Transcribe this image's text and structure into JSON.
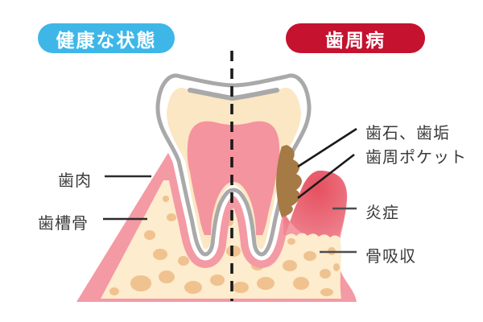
{
  "badges": {
    "healthy": {
      "label": "健康な状態",
      "bg": "#3eb7e8",
      "text_color": "#ffffff"
    },
    "disease": {
      "label": "歯周病",
      "bg": "#c4122f",
      "text_color": "#ffffff"
    }
  },
  "annotations": {
    "gum": "歯肉",
    "alveolar_bone": "歯槽骨",
    "tartar_plaque": "歯石、歯垢",
    "periodontal_pocket": "歯周ポケット",
    "inflammation": "炎症",
    "bone_resorption": "骨吸収"
  },
  "colors": {
    "gum_pink": "#f49aa4",
    "inflamed_red": "#e6505f",
    "bone_cream": "#fdeccd",
    "bone_spot": "#efc28f",
    "dentin": "#fbe7c4",
    "pulp": "#f4949f",
    "enamel": "#ffffff",
    "tooth_outline": "#a9a9a9",
    "tartar_brown": "#a57a45",
    "divider_dash": "#1a1a1a",
    "label_text": "#3a3a3a"
  }
}
